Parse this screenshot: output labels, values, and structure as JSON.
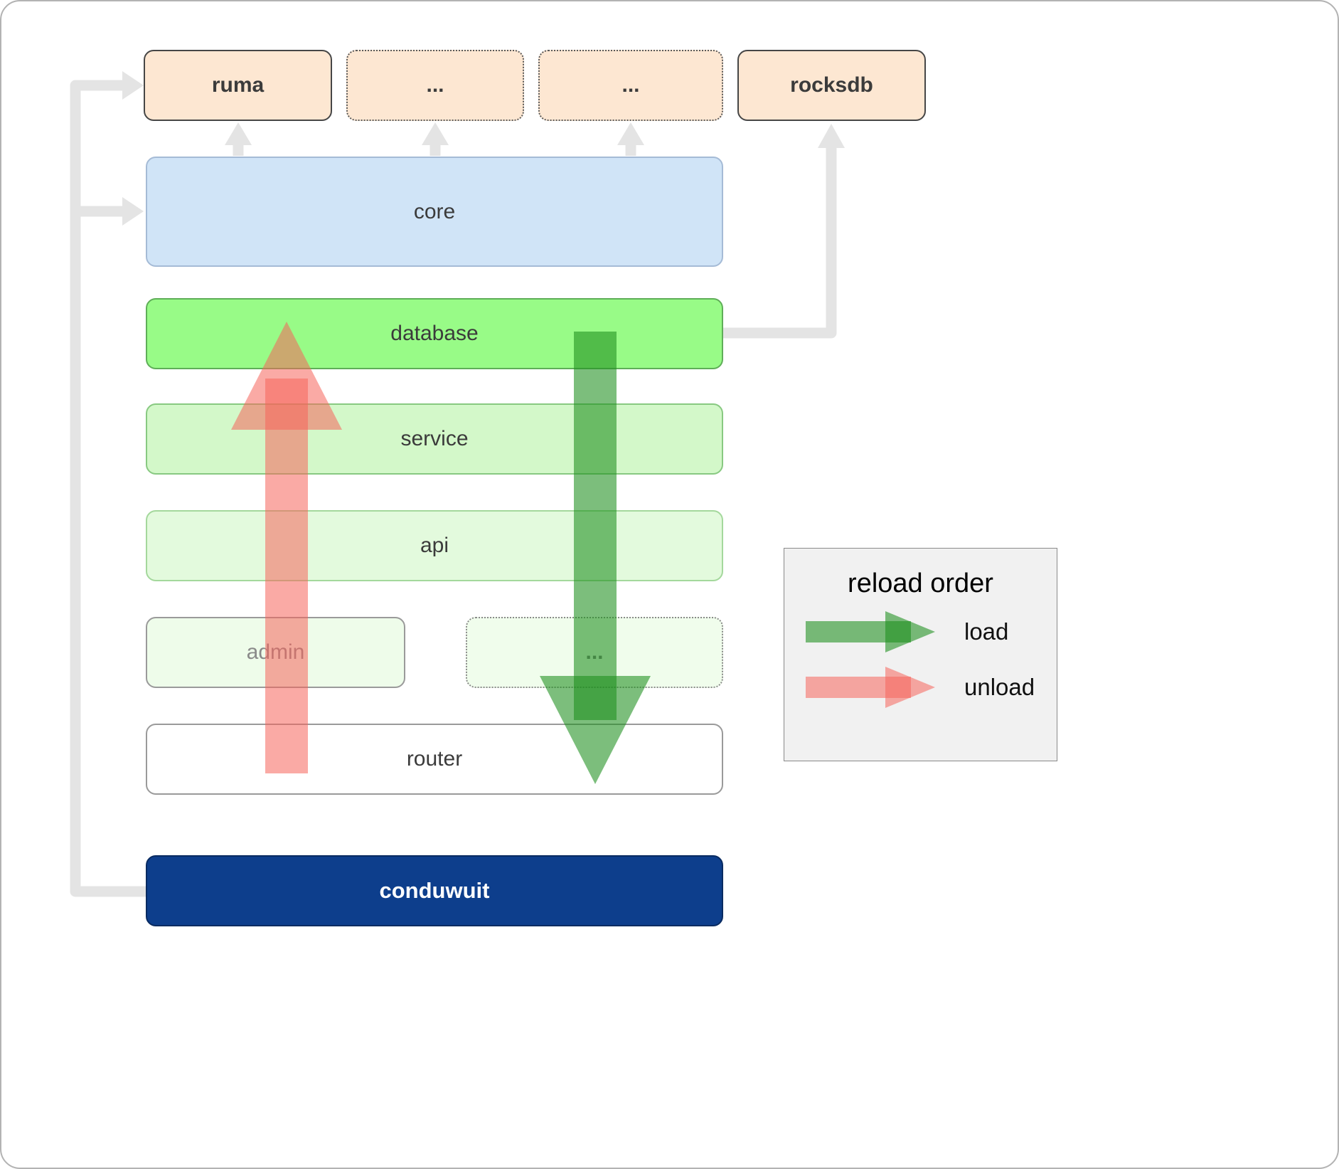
{
  "diagram": {
    "nodes": {
      "ruma": "ruma",
      "dep1": "...",
      "dep2": "...",
      "rocksdb": "rocksdb",
      "core": "core",
      "database": "database",
      "service": "service",
      "api": "api",
      "admin": "admin",
      "more": "...",
      "router": "router",
      "conduwuit": "conduwuit"
    },
    "legend": {
      "title": "reload order",
      "load": "load",
      "unload": "unload"
    },
    "colors": {
      "dependency_fill": "#fde7d2",
      "core_fill": "#d0e4f7",
      "database_fill": "#98fb87",
      "service_fill": "#d3f8c9",
      "api_fill": "#e3fadd",
      "admin_fill": "#eefcea",
      "router_fill": "#ffffff",
      "conduwuit_fill": "#0d3e8c",
      "load_arrow": "#1e8f1e",
      "unload_arrow": "#f5655b",
      "connector_gray": "#e4e4e4"
    }
  }
}
